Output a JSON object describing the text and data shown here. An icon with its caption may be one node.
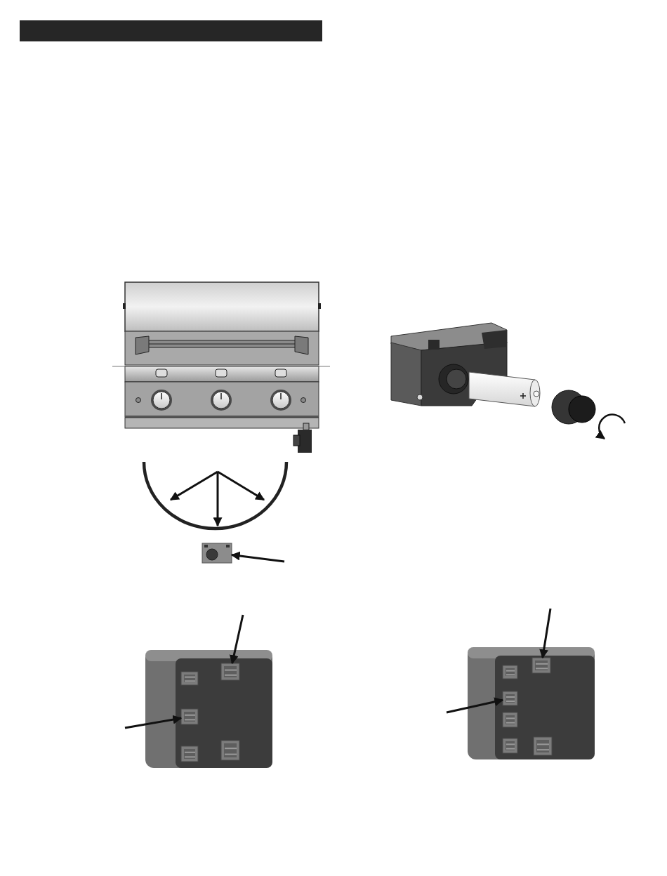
{
  "diagram": {
    "nodes": [
      {
        "text": [],
        "shape": "picture"
      },
      {
        "text": [],
        "shape": "box"
      },
      {
        "text": [],
        "shape": "box"
      },
      {
        "text": [],
        "shape": "box"
      },
      {
        "text": [],
        "shape": "box"
      }
    ],
    "edges": [
      {
        "from": null,
        "to": 0,
        "arrow": "to"
      },
      {
        "from": null,
        "to": 1,
        "arrow": "to"
      },
      {
        "from": null,
        "to": 2,
        "arrow": "to"
      },
      {
        "from": null,
        "to": 3,
        "arrow": "to"
      },
      {
        "from": null,
        "to": 4,
        "arrow": "to"
      }
    ]
  }
}
